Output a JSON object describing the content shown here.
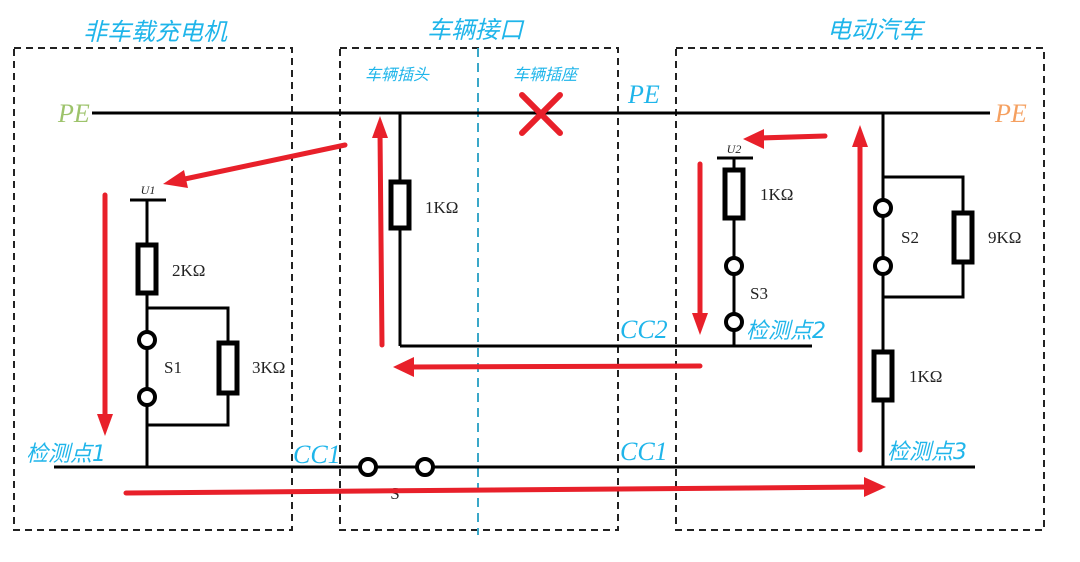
{
  "titles": {
    "charger": "非车载充电机",
    "interface": "车辆接口",
    "vehicle": "电动汽车"
  },
  "subtitles": {
    "plug": "车辆插头",
    "socket": "车辆插座"
  },
  "pe_labels": {
    "left": "PE",
    "middle": "PE",
    "right": "PE"
  },
  "colors": {
    "pe_left": "#9dc36b",
    "pe_middle": "#1fb5ea",
    "pe_right": "#f5a060",
    "accent": "#1fb5ea",
    "arrow": "#e8202a"
  },
  "components": {
    "u1": "U1",
    "u2": "U2",
    "r_2k": "2KΩ",
    "r_3k": "3KΩ",
    "r_1k_plug": "1KΩ",
    "r_1k_u2": "1KΩ",
    "r_9k": "9KΩ",
    "r_1k_vehicle": "1KΩ",
    "s1": "S1",
    "s2": "S2",
    "s3": "S3",
    "s": "S"
  },
  "signals": {
    "cc1_left": "CC1",
    "cc1_right": "CC1",
    "cc2": "CC2",
    "detect1": "检测点1",
    "detect2": "检测点2",
    "detect3": "检测点3"
  }
}
